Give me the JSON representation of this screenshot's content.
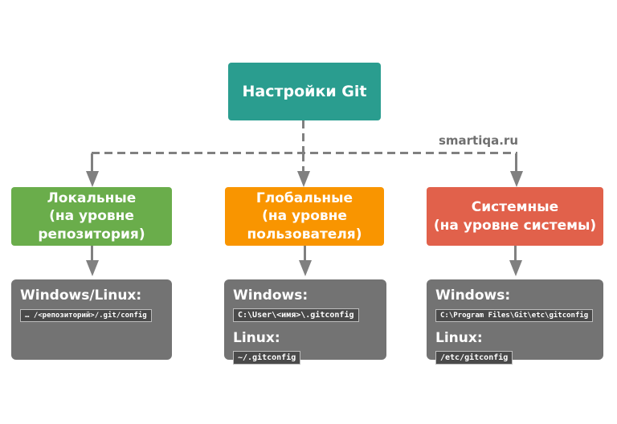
{
  "watermark": "smartiqa.ru",
  "root": {
    "label": "Настройки Git"
  },
  "branches": [
    {
      "name": "local",
      "title": "Локальные\n(на уровне\nрепозитория)",
      "entries": [
        {
          "os": "Windows/Linux:",
          "path": "… /<репозиторий>/.git/config"
        }
      ]
    },
    {
      "name": "global",
      "title": "Глобальные\n(на уровне\nпользователя)",
      "entries": [
        {
          "os": "Windows:",
          "path": "C:\\User\\<имя>\\.gitconfig"
        },
        {
          "os": "Linux:",
          "path": "~/.gitconfig"
        }
      ]
    },
    {
      "name": "system",
      "title": "Системные\n(на уровне системы)",
      "entries": [
        {
          "os": "Windows:",
          "path": "C:\\Program Files\\Git\\etc\\gitconfig"
        },
        {
          "os": "Linux:",
          "path": "/etc/gitconfig"
        }
      ]
    }
  ],
  "colors": {
    "root_box": "#2a9d8f",
    "local_box": "#6aad4b",
    "global_box": "#f99500",
    "system_box": "#e1614b",
    "info_box": "#737373",
    "code_badge": "#4a4a4a",
    "connector": "#808080",
    "watermark_text": "#707070"
  }
}
